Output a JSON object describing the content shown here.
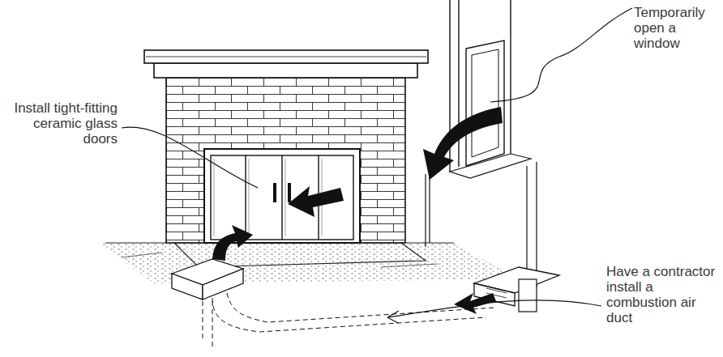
{
  "diagram": {
    "labels": [
      "Temporarily open a window",
      "Install tight-fitting ceramic glass doors",
      "Have a contractor install a combustion air duct"
    ]
  }
}
